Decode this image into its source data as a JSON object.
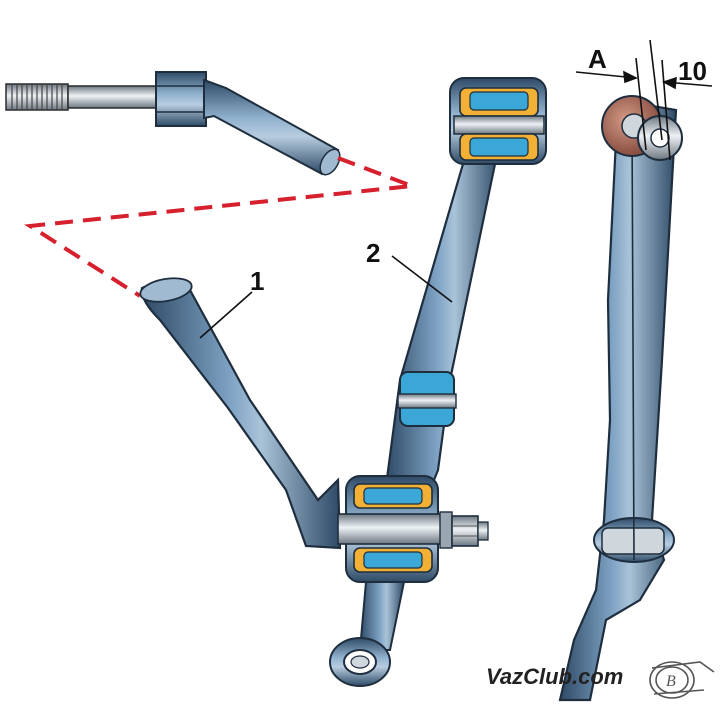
{
  "labels": {
    "part_1": "1",
    "part_2": "2",
    "dim_a": "A",
    "dim_10": "10"
  },
  "watermark": "VazClub.com",
  "colors": {
    "metal_dark": "#2e4a66",
    "metal_mid": "#5e84a8",
    "metal_light": "#a9c3d8",
    "bushing_outer": "#f2b134",
    "bushing_inner": "#3ba7d6",
    "dash_line": "#d6202e",
    "bolt": "#cfd6dc",
    "copper": "#9a5a4a"
  },
  "icons": {
    "logo": "car-badge-icon"
  }
}
